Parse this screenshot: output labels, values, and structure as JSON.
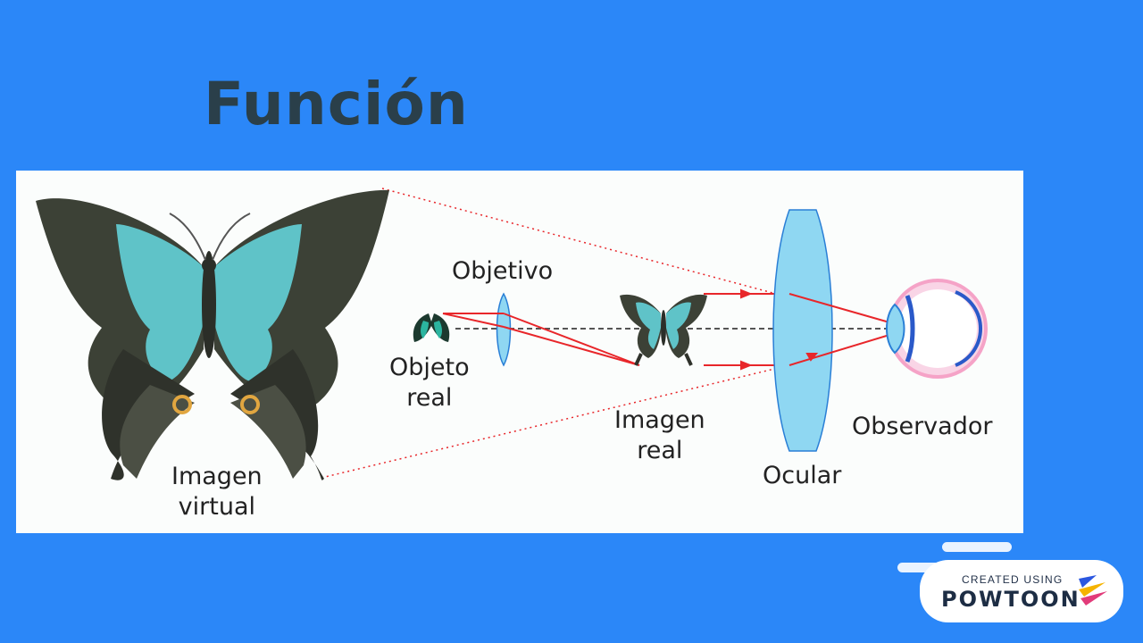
{
  "slide": {
    "title": "Función"
  },
  "diagram": {
    "labels": {
      "objetivo": "Objetivo",
      "objeto_real": "Objeto\nreal",
      "imagen_real": "Imagen\nreal",
      "ocular": "Ocular",
      "observador": "Observador",
      "imagen_virtual": "Imagen\nvirtual"
    },
    "colors": {
      "ray": "#e8262a",
      "lens_fill": "#8fd7f2",
      "lens_stroke": "#2a7fd6",
      "wing_teal": "#5fc3c8",
      "wing_dark": "#3a3f35",
      "eye_pink": "#f5a3c7"
    }
  },
  "badge": {
    "top_text": "CREATED USING",
    "brand": "POWTOON"
  }
}
